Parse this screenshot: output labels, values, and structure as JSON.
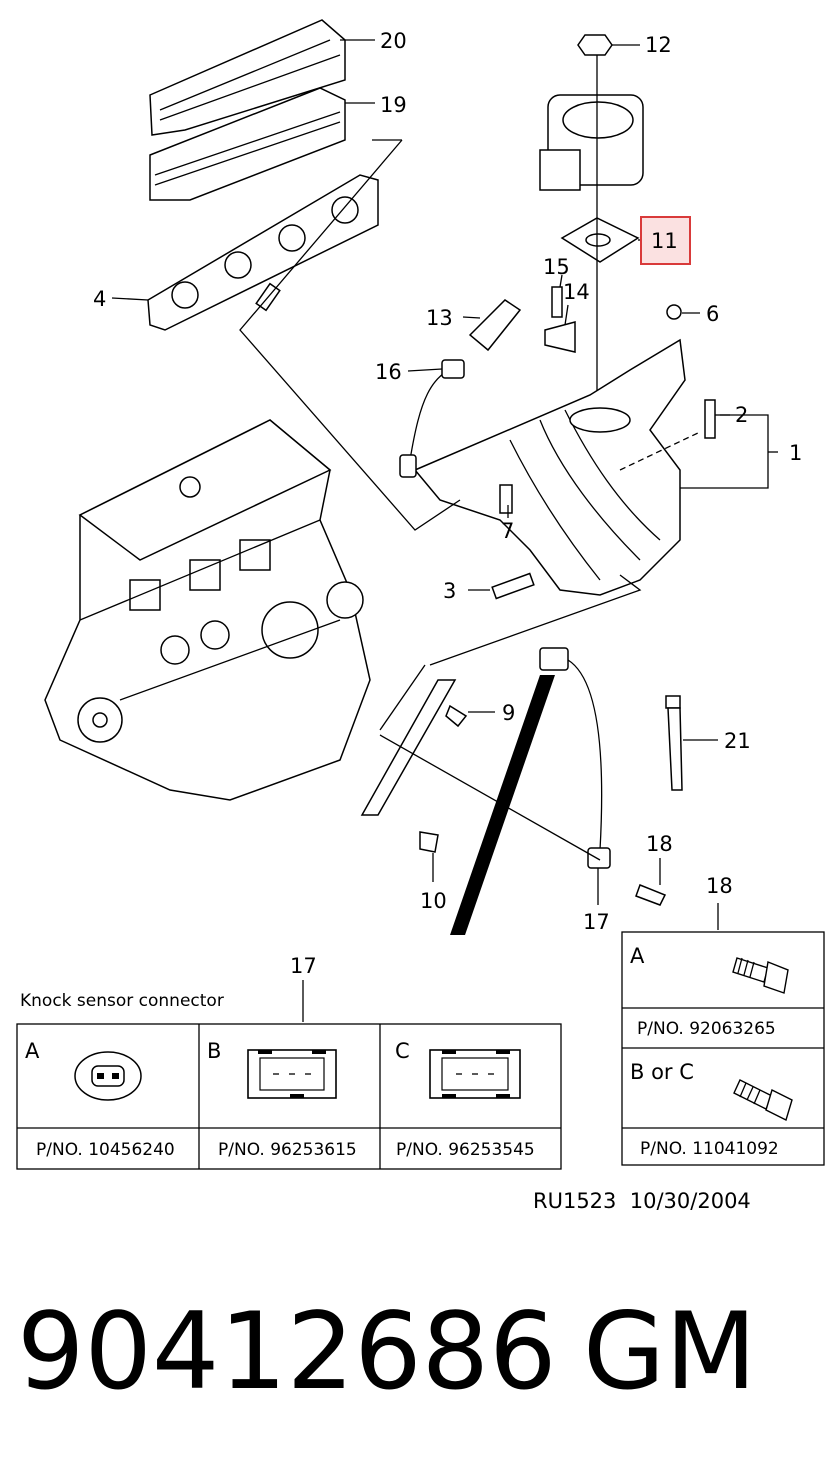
{
  "callouts": {
    "c1": "1",
    "c2": "2",
    "c3": "3",
    "c4": "4",
    "c6": "6",
    "c7": "7",
    "c9": "9",
    "c10": "10",
    "c11": "11",
    "c12": "12",
    "c13": "13",
    "c14": "14",
    "c15": "15",
    "c16": "16",
    "c17a": "17",
    "c18a": "18",
    "c19": "19",
    "c20": "20",
    "c21": "21"
  },
  "highlight_color": "#d93a3a",
  "knock_sensor": {
    "title": "Knock sensor connector",
    "ref": "17",
    "variants": [
      {
        "letter": "A",
        "pn": "P/NO. 10456240"
      },
      {
        "letter": "B",
        "pn": "P/NO. 96253615"
      },
      {
        "letter": "C",
        "pn": "P/NO. 96253545"
      }
    ]
  },
  "bolt_table": {
    "ref": "18",
    "rows": [
      {
        "letter": "A",
        "pn": "P/NO. 92063265"
      },
      {
        "letter": "B or C",
        "pn": "P/NO. 11041092"
      }
    ]
  },
  "drawing_ref": "RU1523  10/30/2004",
  "part_number": "90412686",
  "brand": "GM"
}
